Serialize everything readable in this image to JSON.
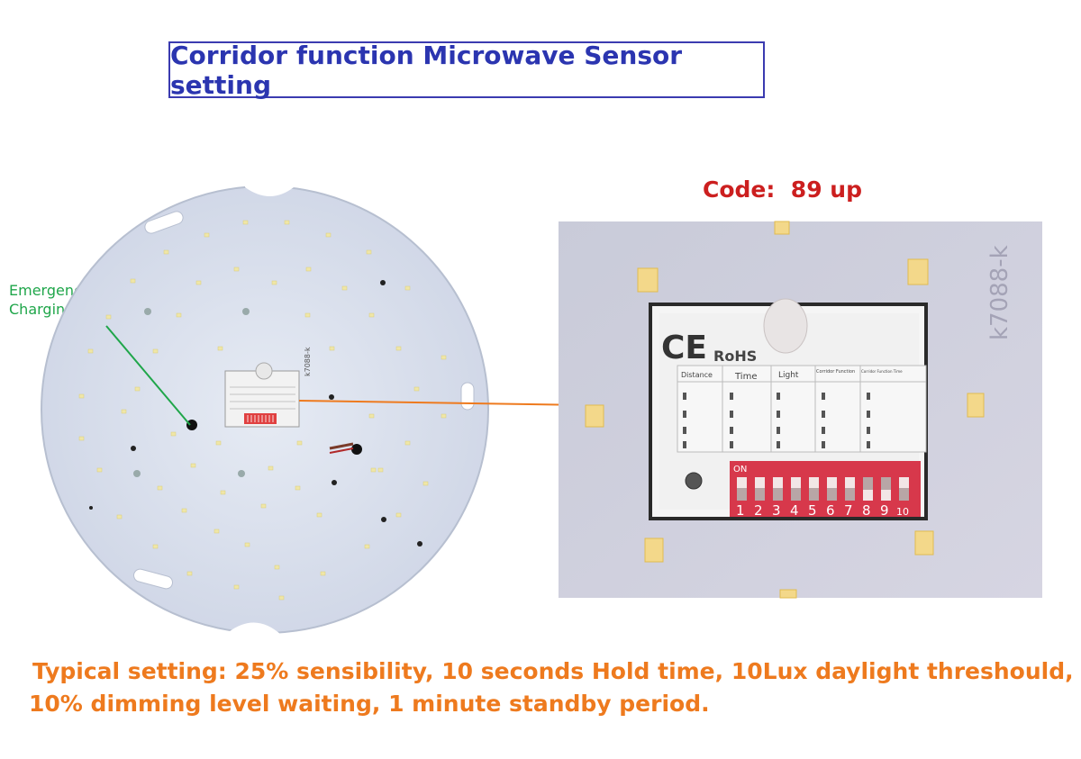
{
  "title": "Corridor function Microwave Sensor setting",
  "code": {
    "label": "Code:",
    "value": "89 up"
  },
  "callout": {
    "line1": "Emergency",
    "line2": "Charging light"
  },
  "typical": {
    "line1": "Typical setting:  25% sensibility, 10 seconds Hold time, 10Lux daylight threshould,",
    "line2": "10% dimming level waiting, 1 minute standby period."
  },
  "board": {
    "marking": "k7088-k"
  },
  "zoom": {
    "marking": "k7088-k",
    "ce": "CE",
    "rohs": "RoHS",
    "columns": [
      "Distance",
      "Time",
      "Light",
      "Corridor Function",
      "Corridor Function Time"
    ],
    "dip_on_label": "ON",
    "dip_numbers": [
      "1",
      "2",
      "3",
      "4",
      "5",
      "6",
      "7",
      "8",
      "9",
      "10"
    ]
  },
  "colors": {
    "title": "#2b35b0",
    "code": "#cc1f1f",
    "callout": "#1fa64a",
    "typical": "#ee7a1e",
    "arrow": "#ee7a1e"
  }
}
